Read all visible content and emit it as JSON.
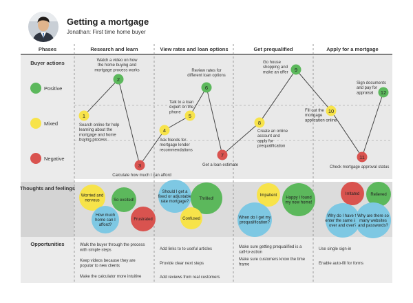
{
  "header": {
    "title": "Getting a mortgage",
    "subtitle": "Jonathan: First time home buyer"
  },
  "columns": {
    "phases": "Phases",
    "items": [
      "Research and learn",
      "View rates and loan options",
      "Get prequalified",
      "Apply for a mortgage"
    ]
  },
  "rows": {
    "buyer_actions": "Buyer actions",
    "positive": "Positive",
    "mixed": "Mixed",
    "negative": "Negative",
    "thoughts": "Thoughts and feelings",
    "opportunities": "Opportunities"
  },
  "colors": {
    "positive": "#5cb85c",
    "mixed": "#f7e34a",
    "negative": "#d9534f",
    "thought_blue": "#7ec8e3",
    "band_gray": "#e0e0e0",
    "band_light": "#ececec"
  },
  "actions": [
    {
      "n": "1",
      "level": "mixed",
      "lines": [
        "Search online for help",
        "learning about the",
        "mortgage and home",
        "buying process"
      ]
    },
    {
      "n": "2",
      "level": "positive",
      "lines": [
        "Watch a video on how",
        "the home buying and",
        "mortgage process works"
      ]
    },
    {
      "n": "3",
      "level": "negative",
      "lines": [
        "Calculate how much I can afford"
      ]
    },
    {
      "n": "4",
      "level": "mixed",
      "lines": [
        "Ask friends for",
        "mortgage lender",
        "recommendations"
      ]
    },
    {
      "n": "5",
      "level": "mixed",
      "lines": [
        "Talk to a loan",
        "expert on the",
        "phone"
      ]
    },
    {
      "n": "6",
      "level": "positive",
      "lines": [
        "Review rates for",
        "different loan options"
      ]
    },
    {
      "n": "7",
      "level": "negative",
      "lines": [
        "Get a loan estimate"
      ]
    },
    {
      "n": "8",
      "level": "mixed",
      "lines": [
        "Create an online",
        "account and",
        "apply for",
        "prequalification"
      ]
    },
    {
      "n": "9",
      "level": "positive",
      "lines": [
        "Go house",
        "shopping and",
        "make an offer"
      ]
    },
    {
      "n": "10",
      "level": "mixed",
      "lines": [
        "Fill out the",
        "mortgage",
        "application online"
      ]
    },
    {
      "n": "11",
      "level": "negative",
      "lines": [
        "Check mortgage approval status"
      ]
    },
    {
      "n": "12",
      "level": "positive",
      "lines": [
        "Sign documents",
        "and pay for",
        "appraisal"
      ]
    }
  ],
  "thoughts": [
    {
      "kind": "mixed",
      "lines": [
        "Worried and",
        "nervous"
      ]
    },
    {
      "kind": "positive",
      "lines": [
        "So excited!"
      ]
    },
    {
      "kind": "blue",
      "lines": [
        "How much",
        "home can I",
        "afford?"
      ]
    },
    {
      "kind": "negative",
      "lines": [
        "Frustrated"
      ]
    },
    {
      "kind": "blue",
      "lines": [
        "Should I get a",
        "fixed or adjustable",
        "rate mortgage?"
      ]
    },
    {
      "kind": "positive",
      "lines": [
        "Thrilled!"
      ]
    },
    {
      "kind": "mixed",
      "lines": [
        "Confused"
      ]
    },
    {
      "kind": "mixed",
      "lines": [
        "Impatient"
      ]
    },
    {
      "kind": "positive",
      "lines": [
        "Happy I found",
        "my new home!"
      ]
    },
    {
      "kind": "blue",
      "lines": [
        "When do I get my",
        "prequalification?"
      ]
    },
    {
      "kind": "negative",
      "lines": [
        "Irritated"
      ]
    },
    {
      "kind": "positive",
      "lines": [
        "Relieved"
      ]
    },
    {
      "kind": "blue",
      "lines": [
        "Why do I have to",
        "enter the same info",
        "over and over?"
      ]
    },
    {
      "kind": "blue",
      "lines": [
        "Why are there so",
        "many websites",
        "and passwords?"
      ]
    }
  ],
  "opportunities": [
    [
      [
        "Walk the buyer through the process",
        "with simple steps"
      ],
      [
        "Keep videos because they are",
        "popular to new clients"
      ],
      [
        "Make the calculator more intuitive"
      ]
    ],
    [
      [
        "Add links to to useful articles"
      ],
      [
        "Provide clear next steps"
      ],
      [
        "Add reviews from real customers"
      ]
    ],
    [
      [
        "Make sure getting prequalified is a",
        "call-to-action"
      ],
      [
        "Make sure customers know the time",
        "frame"
      ]
    ],
    [
      [
        "Use single sign-in"
      ],
      [
        "Enable auto-fill for forms"
      ]
    ]
  ]
}
